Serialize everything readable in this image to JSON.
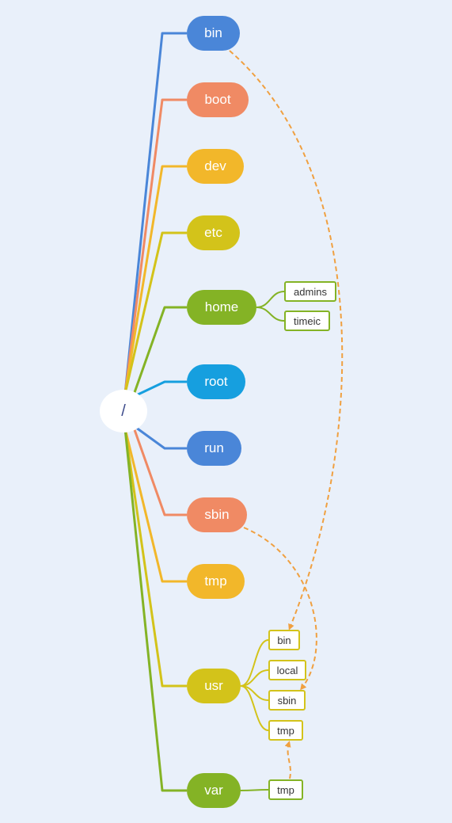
{
  "root": {
    "label": "/"
  },
  "colors": {
    "blue": "#4a86d8",
    "salmon": "#f08a64",
    "amber": "#f2b72a",
    "mustard": "#d3c31a",
    "green": "#84b325",
    "sky": "#169fdf",
    "link": "#f0a040",
    "background": "#e9f0fa"
  },
  "directories": [
    {
      "id": "bin",
      "label": "bin",
      "color": "#4a86d8"
    },
    {
      "id": "boot",
      "label": "boot",
      "color": "#f08a64"
    },
    {
      "id": "dev",
      "label": "dev",
      "color": "#f2b72a"
    },
    {
      "id": "etc",
      "label": "etc",
      "color": "#d3c31a"
    },
    {
      "id": "home",
      "label": "home",
      "color": "#84b325",
      "children": [
        {
          "label": "admins"
        },
        {
          "label": "timeic"
        }
      ]
    },
    {
      "id": "root",
      "label": "root",
      "color": "#169fdf"
    },
    {
      "id": "run",
      "label": "run",
      "color": "#4a86d8"
    },
    {
      "id": "sbin",
      "label": "sbin",
      "color": "#f08a64"
    },
    {
      "id": "tmp",
      "label": "tmp",
      "color": "#f2b72a"
    },
    {
      "id": "usr",
      "label": "usr",
      "color": "#d3c31a",
      "children": [
        {
          "label": "bin"
        },
        {
          "label": "local"
        },
        {
          "label": "sbin"
        },
        {
          "label": "tmp"
        }
      ]
    },
    {
      "id": "var",
      "label": "var",
      "color": "#84b325",
      "children": [
        {
          "label": "tmp"
        }
      ]
    }
  ],
  "symlinks": [
    {
      "from": "bin",
      "to": "usr/bin"
    },
    {
      "from": "sbin",
      "to": "usr/sbin"
    },
    {
      "from": "var/tmp",
      "to": "usr/tmp"
    }
  ]
}
